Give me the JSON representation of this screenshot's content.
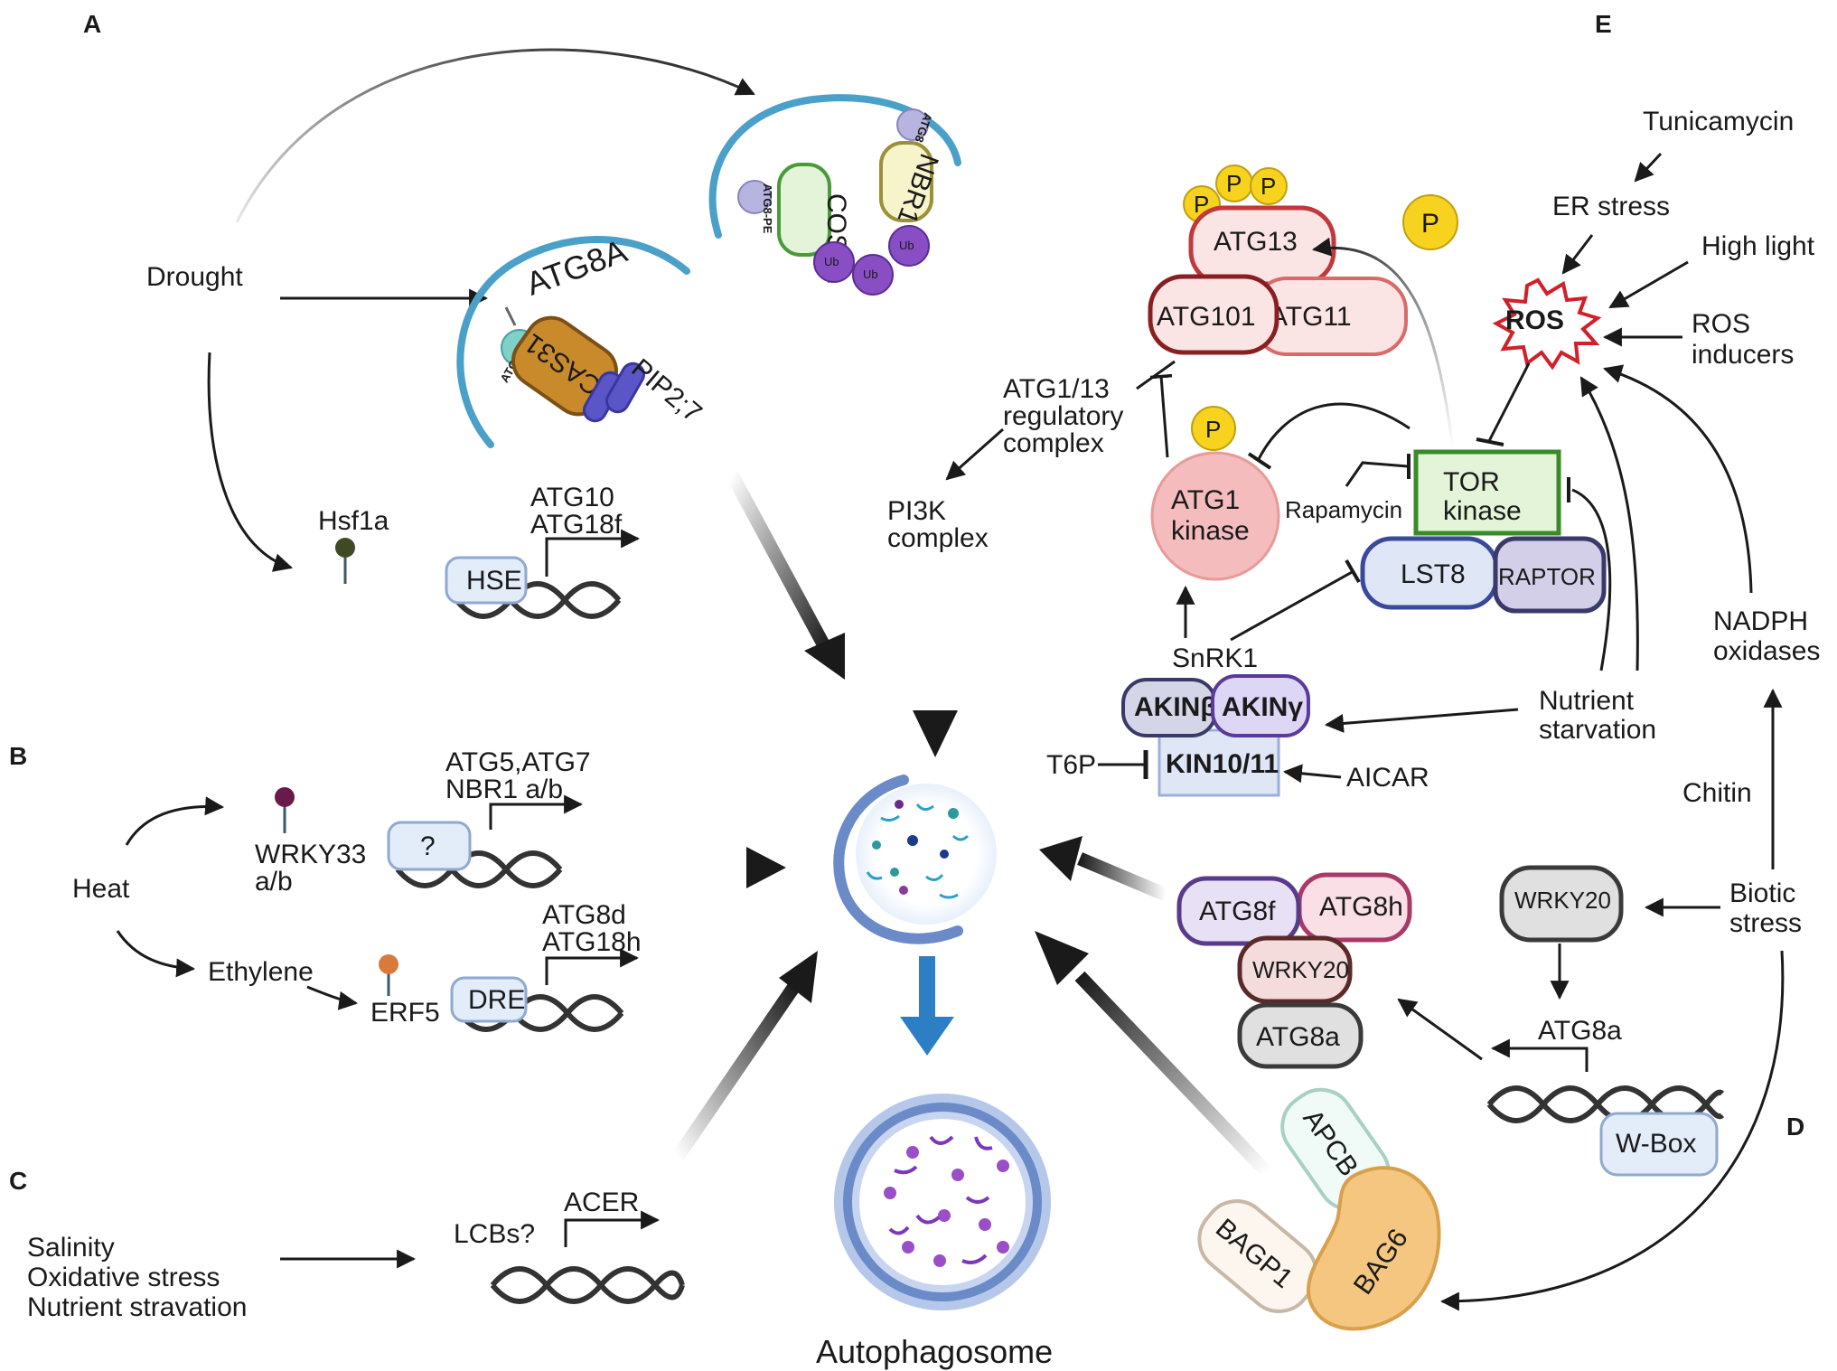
{
  "panels": {
    "A": "A",
    "B": "B",
    "C": "C",
    "D": "D",
    "E": "E"
  },
  "panelA": {
    "drought": "Drought",
    "hsf1a": "Hsf1a",
    "hse": "HSE",
    "atg10": "ATG10",
    "atg18f": "ATG18f",
    "atg8a_big": "ATG8A",
    "cas31": "CAS31",
    "pip27": "PIP2;7",
    "atg8pe": "ATG8-PE",
    "cost1": "COST1",
    "nbr1": "NBR1",
    "ub": "Ub"
  },
  "panelB": {
    "heat": "Heat",
    "wrky33": "WRKY33",
    "wrky33ab": "a/b",
    "question": "?",
    "atg5atg7": "ATG5,ATG7",
    "nbr1ab": "NBR1 a/b",
    "ethylene": "Ethylene",
    "erf5": "ERF5",
    "dre": "DRE",
    "atg8d": "ATG8d",
    "atg18h": "ATG18h"
  },
  "panelC": {
    "salinity": "Salinity",
    "oxidative": "Oxidative stress",
    "nutrient": "Nutrient stravation",
    "lcbs": "LCBs?",
    "acer": "ACER"
  },
  "center": {
    "autophagosome": "Autophagosome",
    "atg113_1": "ATG1/13",
    "atg113_2": "regulatory",
    "atg113_3": "complex",
    "pi3k_1": "PI3K",
    "pi3k_2": "complex"
  },
  "panelE": {
    "p": "P",
    "atg13": "ATG13",
    "atg101": "ATG101",
    "atg11": "ATG11",
    "atg1_1": "ATG1",
    "atg1_2": "kinase",
    "tor_1": "TOR",
    "tor_2": "kinase",
    "lst8": "LST8",
    "raptor": "RAPTOR",
    "rapamycin": "Rapamycin",
    "snrk1": "SnRK1",
    "akinb": "AKINβ",
    "aking": "AKINγ",
    "kin1011": "KIN10/11",
    "t6p": "T6P",
    "aicar": "AICAR",
    "nutrient_1": "Nutrient",
    "nutrient_2": "starvation",
    "tunicamycin": "Tunicamycin",
    "er_stress": "ER stress",
    "high_light": "High light",
    "ros": "ROS",
    "ros_ind_1": "ROS",
    "ros_ind_2": "inducers",
    "nadph_1": "NADPH",
    "nadph_2": "oxidases"
  },
  "panelD": {
    "chitin": "Chitin",
    "biotic_1": "Biotic",
    "biotic_2": "stress",
    "wrky20": "WRKY20",
    "atg8a": "ATG8a",
    "wbox": "W-Box",
    "atg8f": "ATG8f",
    "atg8h": "ATG8h",
    "apcb1": "APCB1",
    "bagp1": "BAGP1",
    "bag6": "BAG6"
  }
}
